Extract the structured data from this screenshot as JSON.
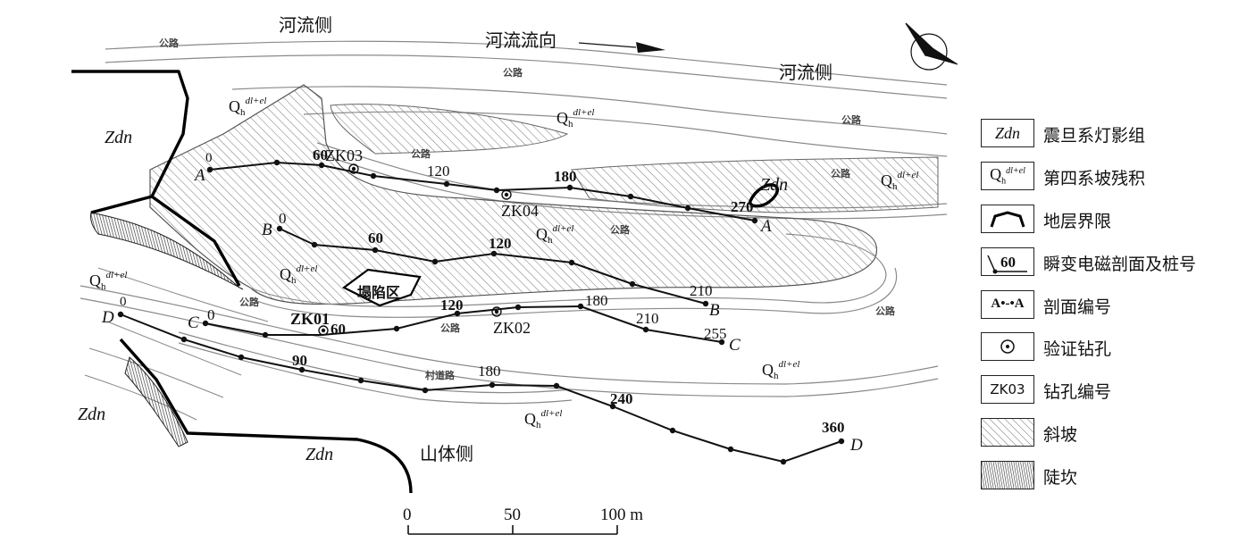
{
  "map": {
    "river_side_left": "河流侧",
    "river_side_right": "河流侧",
    "flow_direction": "河流流向",
    "mountain_side": "山体侧",
    "collapse_zone": "塌陷区",
    "road": "公路",
    "village_road": "村道路",
    "zdn": "Zdn",
    "q_base": "Q",
    "q_sub": "h",
    "q_sup": "dl+el"
  },
  "boreholes": [
    {
      "id": "ZK03"
    },
    {
      "id": "ZK04"
    },
    {
      "id": "ZK01"
    },
    {
      "id": "ZK02"
    }
  ],
  "profiles": [
    {
      "name": "A",
      "stations": [
        "0",
        "60",
        "120",
        "180",
        "270"
      ]
    },
    {
      "name": "B",
      "stations": [
        "0",
        "60",
        "120",
        "210"
      ]
    },
    {
      "name": "C",
      "stations": [
        "0",
        "60",
        "120",
        "180",
        "210",
        "255"
      ]
    },
    {
      "name": "D",
      "stations": [
        "0",
        "90",
        "180",
        "240",
        "360"
      ]
    }
  ],
  "scale_bar": {
    "labels": [
      "0",
      "50",
      "100 m"
    ]
  },
  "legend": [
    {
      "symbol": "Zdn",
      "label": "震旦系灯影组"
    },
    {
      "symbol": "Q",
      "label": "第四系坡残积"
    },
    {
      "symbol": "boundary-line",
      "label": "地层界限"
    },
    {
      "symbol": "60",
      "label": "瞬变电磁剖面及桩号"
    },
    {
      "symbol": "A•-•A",
      "label": "剖面编号"
    },
    {
      "symbol": "borehole-circle",
      "label": "验证钻孔"
    },
    {
      "symbol": "ZK03",
      "label": "钻孔编号"
    },
    {
      "symbol": "hatch",
      "label": "斜坡"
    },
    {
      "symbol": "dense-hatch",
      "label": "陡坎"
    }
  ]
}
